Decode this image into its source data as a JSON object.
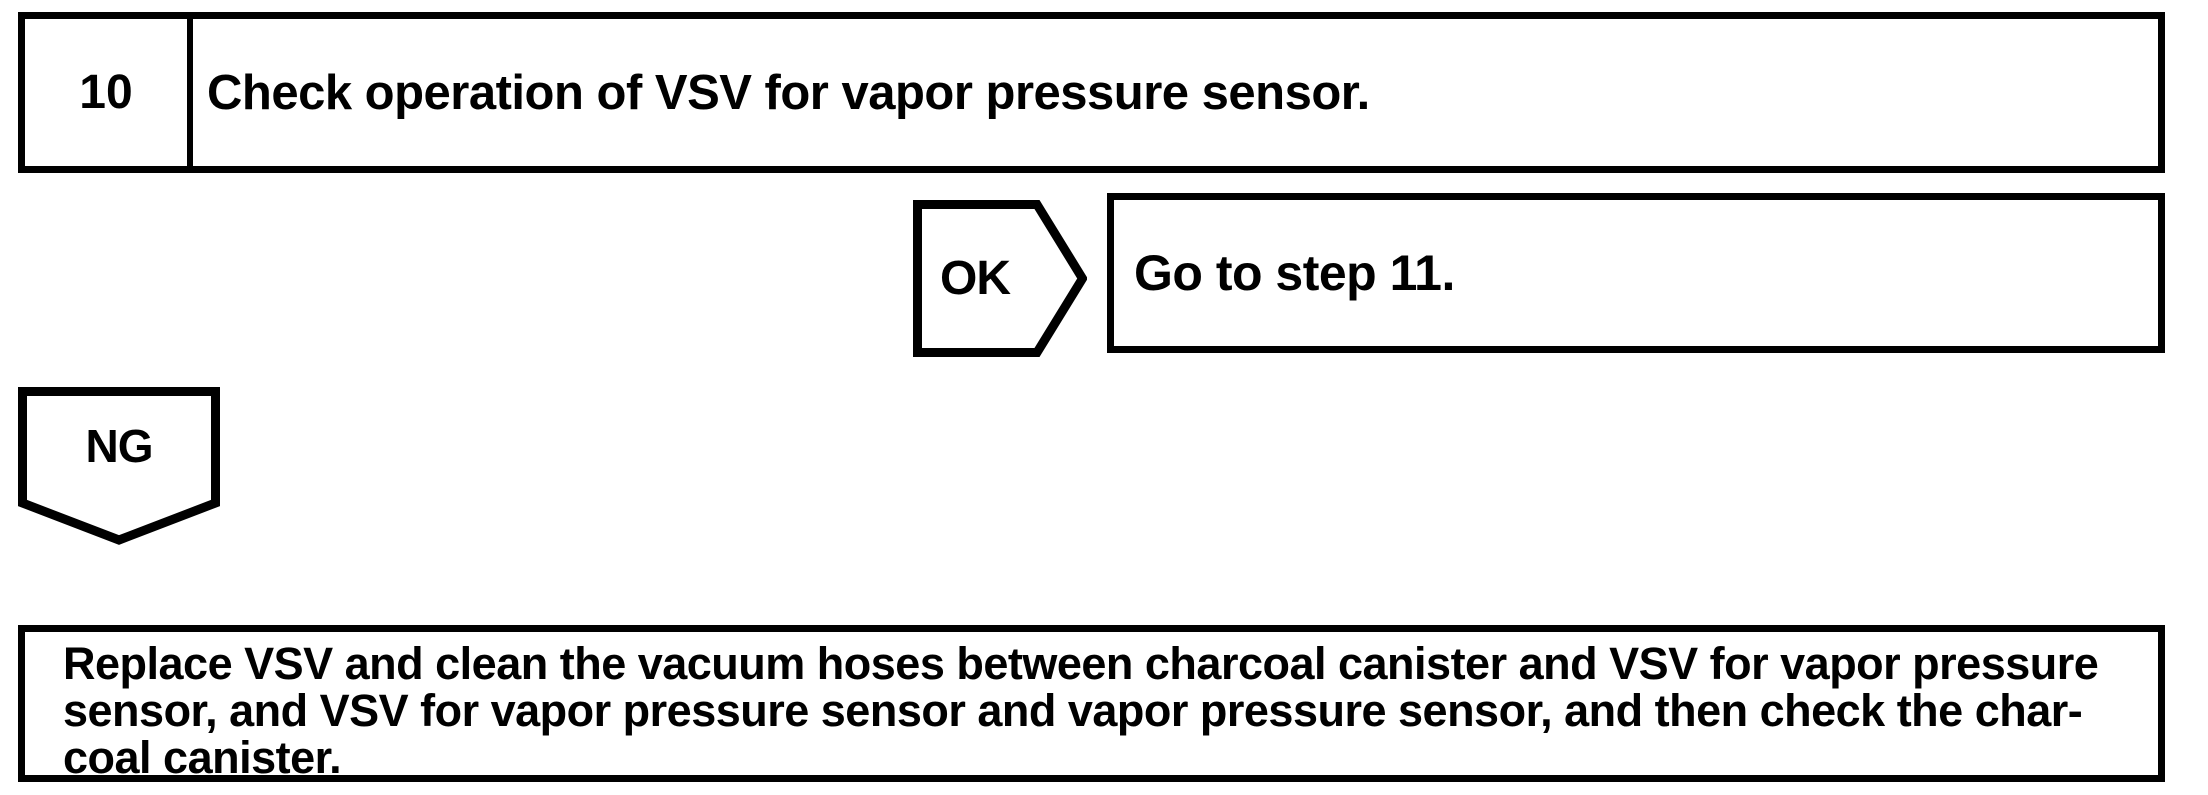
{
  "page": {
    "background_color": "#ffffff",
    "ink_color": "#000000"
  },
  "flowchart": {
    "step_box": {
      "number": "10",
      "title": "Check operation of VSV for vapor pressure sensor."
    },
    "ok_branch": {
      "label": "OK",
      "action": "Go to step 11."
    },
    "ng_branch": {
      "label": "NG",
      "result_lines": [
        "Replace VSV and clean the vacuum hoses between charcoal canister and VSV for vapor pressure",
        "sensor, and VSV for vapor pressure sensor and vapor pressure sensor, and then check the char-",
        "coal canister."
      ]
    }
  }
}
